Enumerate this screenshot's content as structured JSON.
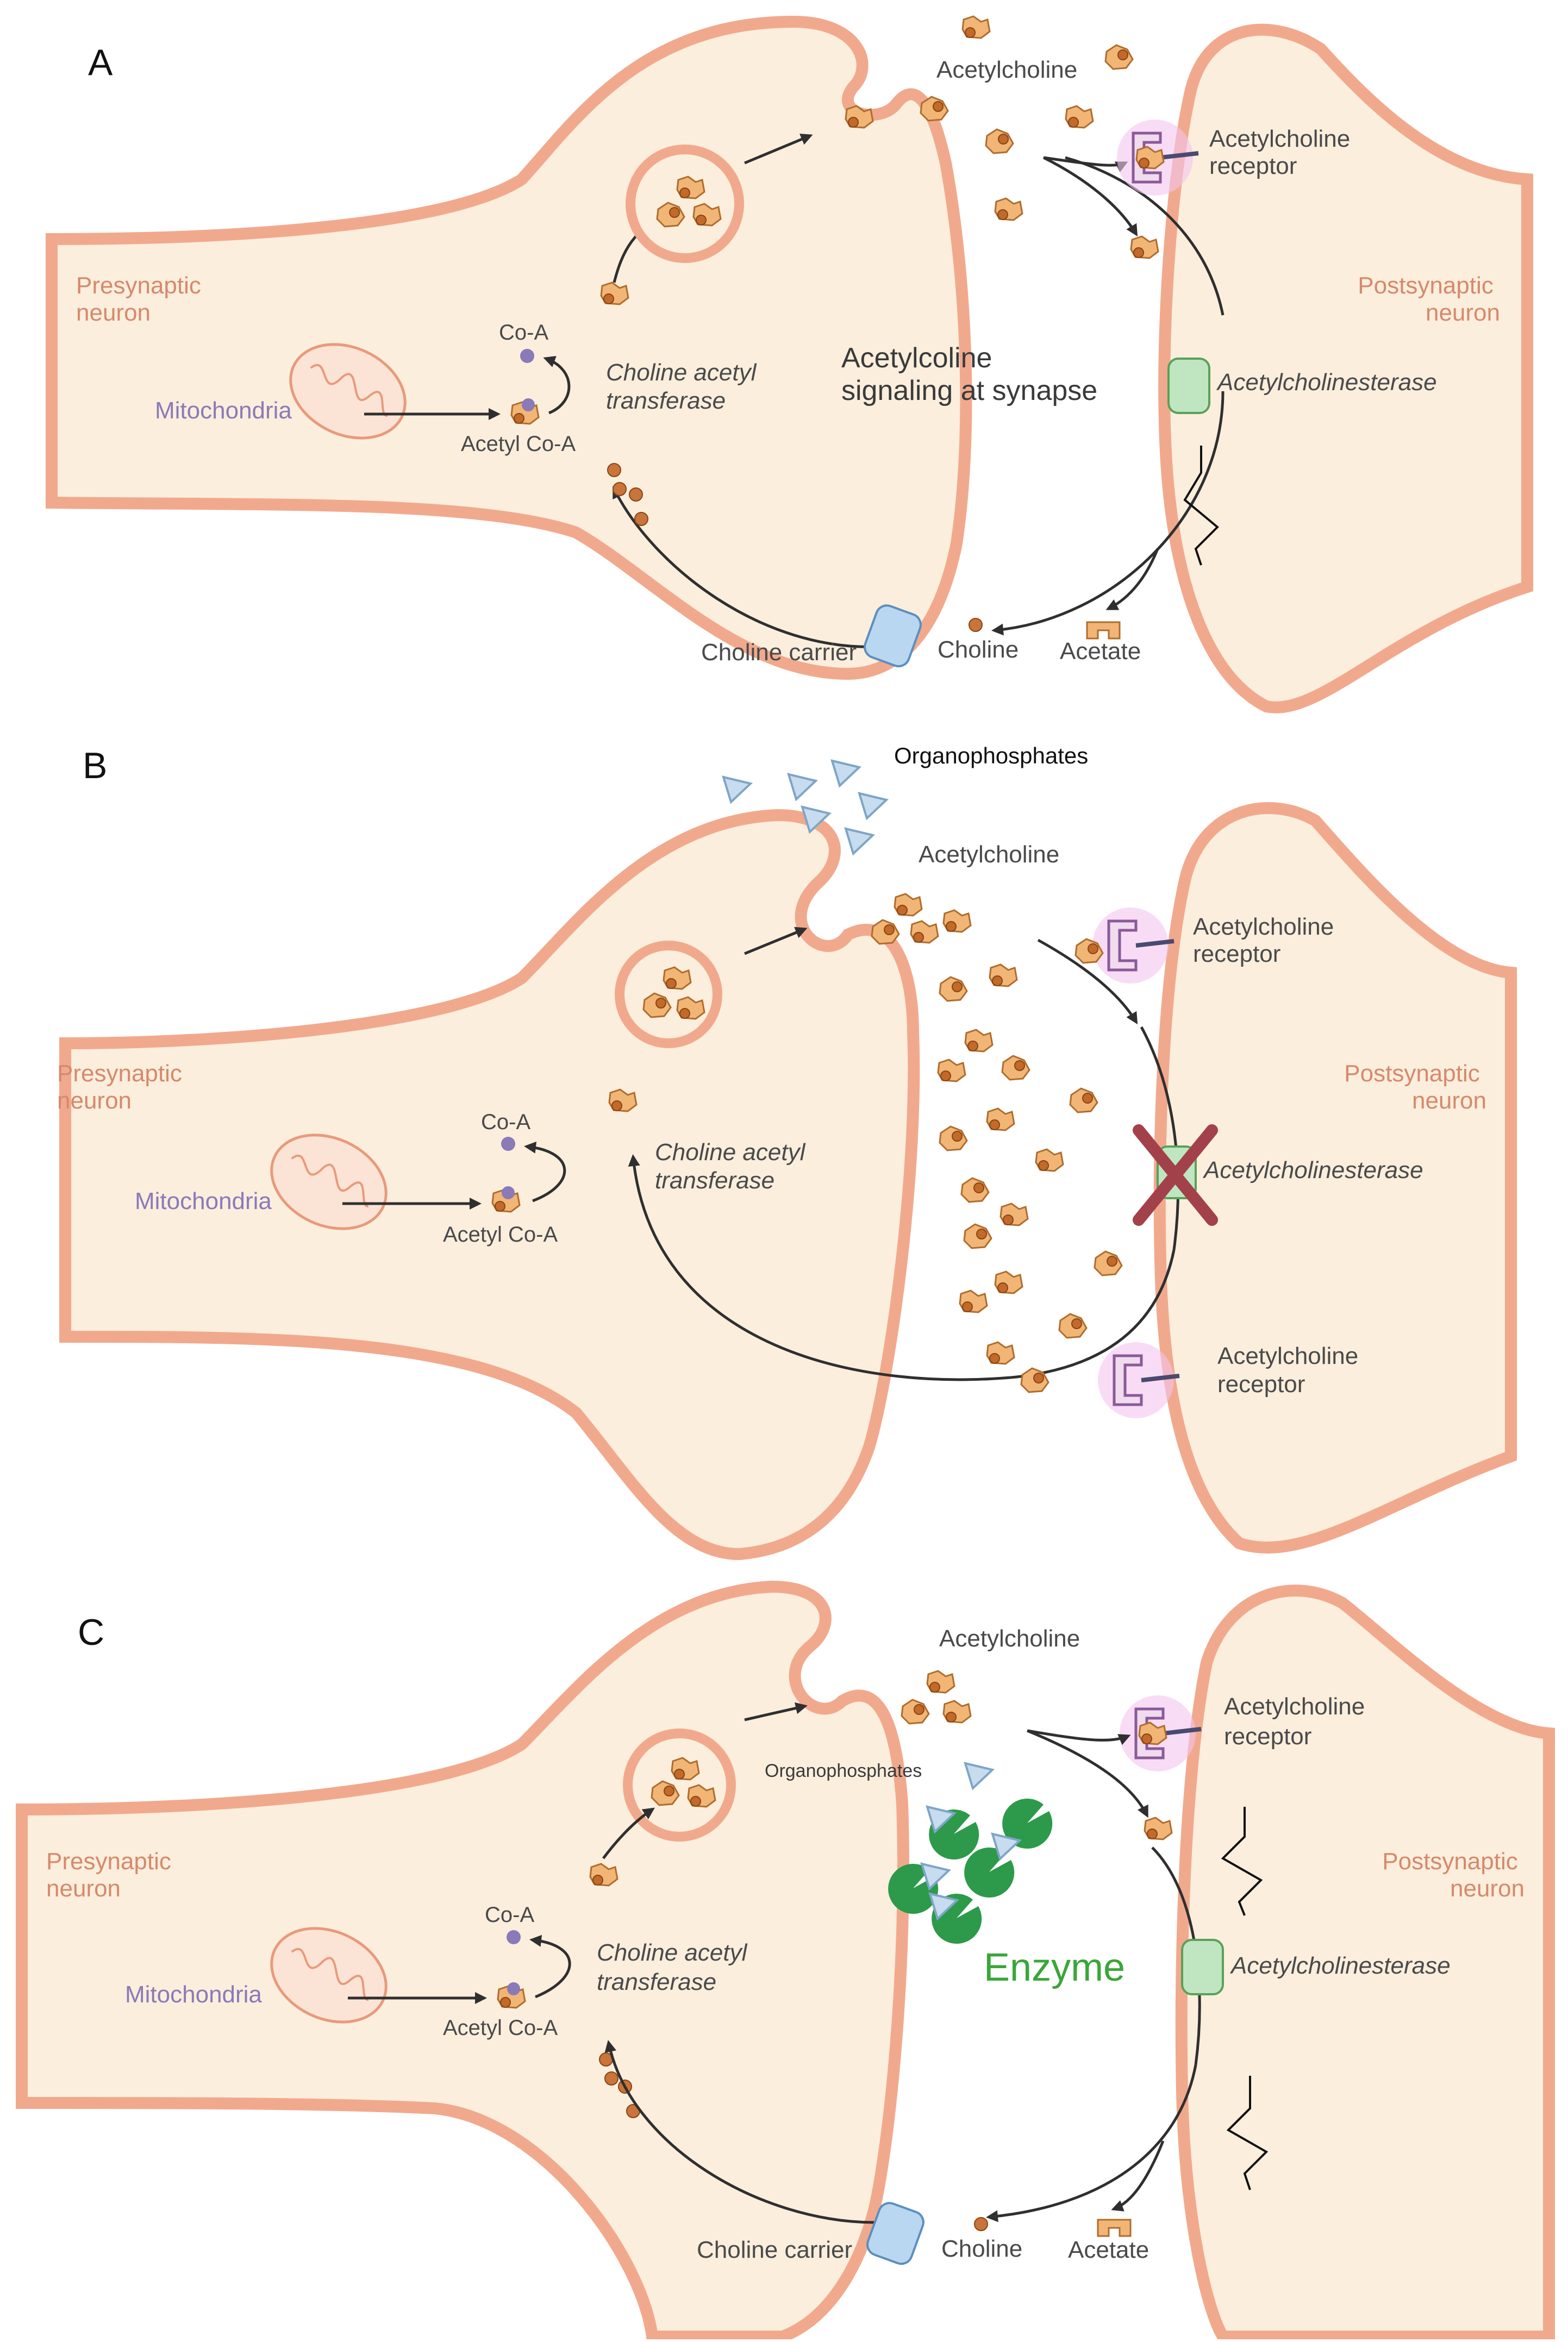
{
  "panels": {
    "a": {
      "letter": "A",
      "presynaptic": [
        "Presynaptic",
        "neuron"
      ],
      "postsynaptic": [
        "Postsynaptic",
        "neuron"
      ],
      "mitochondria": "Mitochondria",
      "coa": "Co-A",
      "acetyl_coa": "Acetyl Co-A",
      "chat": [
        "Choline acetyl",
        "transferase"
      ],
      "acetylcholine": "Acetylcholine",
      "receptor": [
        "Acetylcholine",
        "receptor"
      ],
      "title": [
        "Acetylcoline",
        "signaling at synapse"
      ],
      "ache": "Acetylcholinesterase",
      "choline_carrier": "Choline carrier",
      "choline": "Choline",
      "acetate": "Acetate"
    },
    "b": {
      "letter": "B",
      "organophosphates": "Organophosphates",
      "acetylcholine": "Acetylcholine",
      "receptor_top": [
        "Acetylcholine",
        "receptor"
      ],
      "presynaptic": [
        "Presynaptic",
        "neuron"
      ],
      "postsynaptic": [
        "Postsynaptic",
        "neuron"
      ],
      "coa": "Co-A",
      "mitochondria": "Mitochondria",
      "acetyl_coa": "Acetyl Co-A",
      "chat": [
        "Choline acetyl",
        "transferase"
      ],
      "ache": "Acetylcholinesterase",
      "receptor_bottom": [
        "Acetylcholine",
        "receptor"
      ]
    },
    "c": {
      "letter": "C",
      "acetylcholine": "Acetylcholine",
      "receptor": [
        "Acetylcholine",
        "receptor"
      ],
      "organophosphates": "Organophosphates",
      "presynaptic": [
        "Presynaptic",
        "neuron"
      ],
      "postsynaptic": [
        "Postsynaptic",
        "neuron"
      ],
      "coa": "Co-A",
      "mitochondria": "Mitochondria",
      "acetyl_coa": "Acetyl Co-A",
      "chat": [
        "Choline acetyl",
        "transferase"
      ],
      "enzyme": "Enzyme",
      "ache": "Acetylcholinesterase",
      "choline_carrier": "Choline carrier",
      "choline": "Choline",
      "acetate": "Acetate"
    }
  }
}
